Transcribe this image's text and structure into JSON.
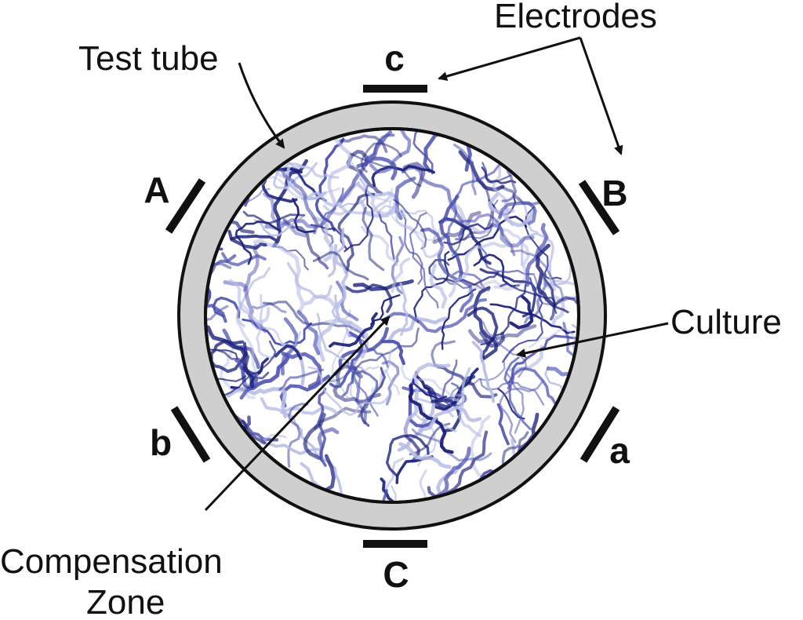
{
  "labels": {
    "electrodes": "Electrodes",
    "test_tube": "Test tube",
    "culture": "Culture",
    "compensation_line1": "Compensation",
    "compensation_line2": "Zone"
  },
  "electrodes": {
    "c_top": "c",
    "C_bottom": "C",
    "A": "A",
    "B": "B",
    "a": "a",
    "b": "b"
  },
  "colors": {
    "tube_wall": "#cfcfcf",
    "outline": "#111111",
    "culture_dark": "#1a1f7a",
    "culture_mid": "#4a4fb0",
    "culture_light": "#b8bde6"
  }
}
